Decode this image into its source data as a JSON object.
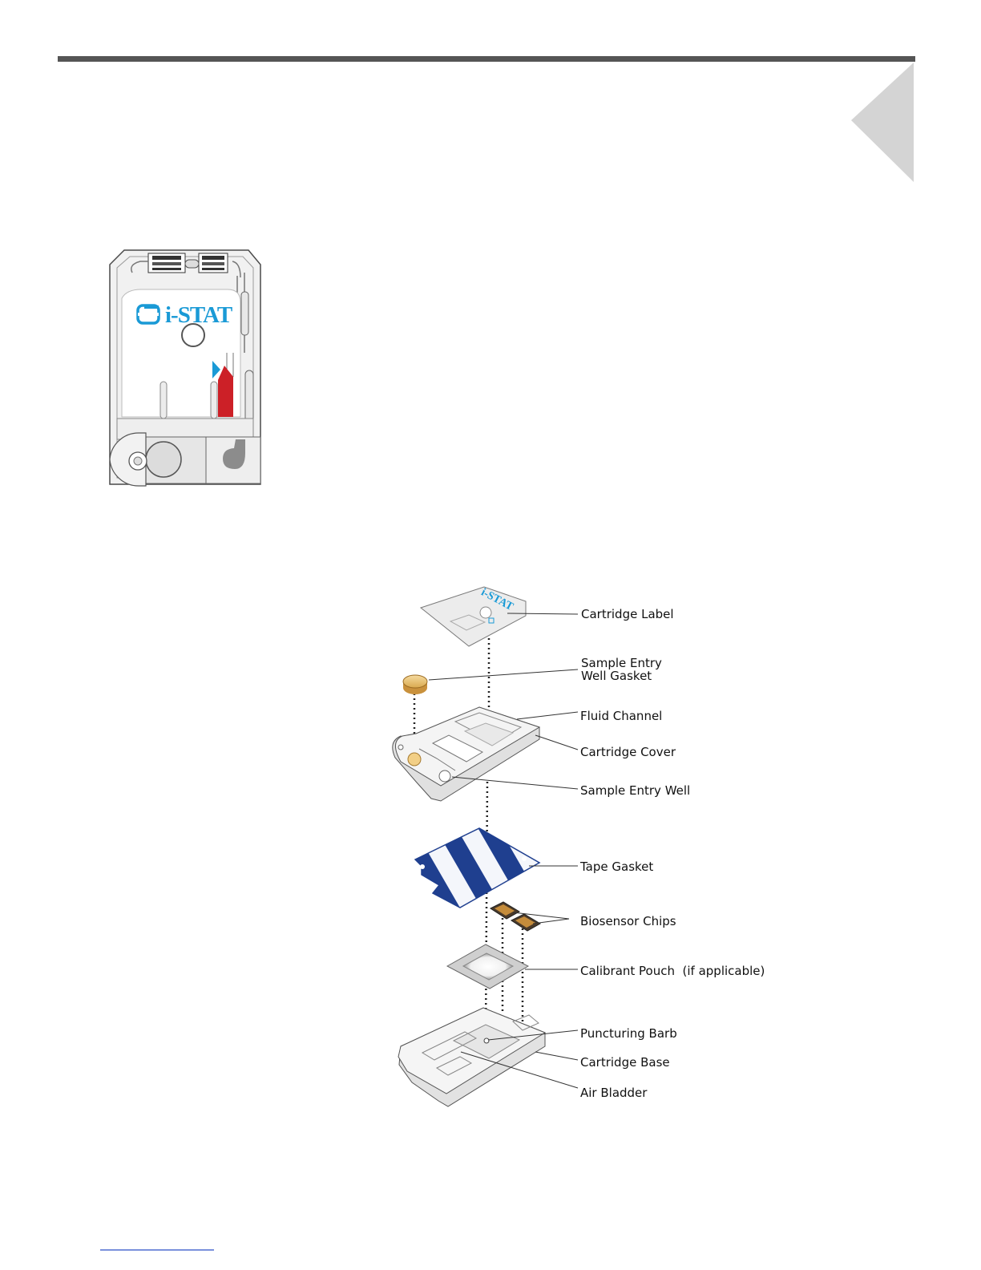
{
  "cartridge_view": {
    "logo_text": "i-STAT"
  },
  "exploded_view": {
    "label_logo": "i-STAT",
    "callouts": [
      {
        "id": "cartridge-label",
        "lines": [
          "Cartridge Label"
        ]
      },
      {
        "id": "sample-entry-well-gasket",
        "lines": [
          "Sample Entry",
          "Well Gasket"
        ]
      },
      {
        "id": "fluid-channel",
        "lines": [
          "Fluid Channel"
        ]
      },
      {
        "id": "cartridge-cover",
        "lines": [
          "Cartridge Cover"
        ]
      },
      {
        "id": "sample-entry-well",
        "lines": [
          "Sample Entry Well"
        ]
      },
      {
        "id": "tape-gasket",
        "lines": [
          "Tape Gasket"
        ]
      },
      {
        "id": "biosensor-chips",
        "lines": [
          "Biosensor Chips"
        ]
      },
      {
        "id": "calibrant-pouch",
        "lines": [
          "Calibrant Pouch  (if applicable)"
        ]
      },
      {
        "id": "puncturing-barb",
        "lines": [
          "Puncturing Barb"
        ]
      },
      {
        "id": "cartridge-base",
        "lines": [
          "Cartridge Base"
        ]
      },
      {
        "id": "air-bladder",
        "lines": [
          "Air Bladder"
        ]
      }
    ]
  },
  "colors": {
    "header_bar": "#555555",
    "corner_triangle": "#d4d4d4",
    "brand_blue": "#1a9ad6",
    "chip_red": "#cc2027",
    "gasket_blue": "#1f3f8f",
    "gasket_yellow": "#f2cf86"
  }
}
